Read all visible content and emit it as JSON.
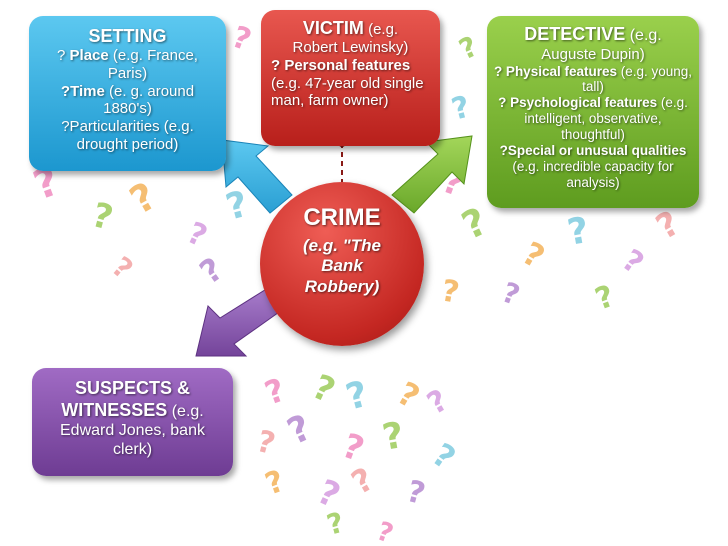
{
  "setting": {
    "title": "SETTING",
    "place_prefix": "? ",
    "place_label": "Place",
    "place_detail": " (e.g. France, Paris)",
    "time_prefix": "?",
    "time_label": "Time",
    "time_detail": " (e. g. around 1880's)",
    "part_text": "?Particularities (e.g. drought period)"
  },
  "victim": {
    "title": "VICTIM",
    "title_detail": " (e.g.",
    "example": "Robert Lewinsky)",
    "feat_label": "? Personal features",
    "feat_detail": " (e.g. 47-year old single  man, farm owner)"
  },
  "detective": {
    "title": "DETECTIVE",
    "title_detail": " (e.g.",
    "example": "Auguste Dupin)",
    "phys_label": "? Physical features",
    "phys_detail": " (e.g. young, tall)",
    "psych_label": "? Psychological features",
    "psych_detail": " (e.g. intelligent, observative, thoughtful)",
    "special_label": "?Special or unusual qualities",
    "special_detail": " (e.g. incredible capacity for analysis)"
  },
  "crime": {
    "title": "CRIME",
    "example": "(e.g. \"The Bank Robbery)"
  },
  "suspects": {
    "title": "SUSPECTS & WITNESSES",
    "detail": " (e.g. Edward Jones, bank clerk)"
  },
  "colors": {
    "setting": "#1c97cf",
    "victim": "#b81f1b",
    "detective": "#5e9c1f",
    "crime": "#c42722",
    "suspects": "#6e3c93"
  }
}
